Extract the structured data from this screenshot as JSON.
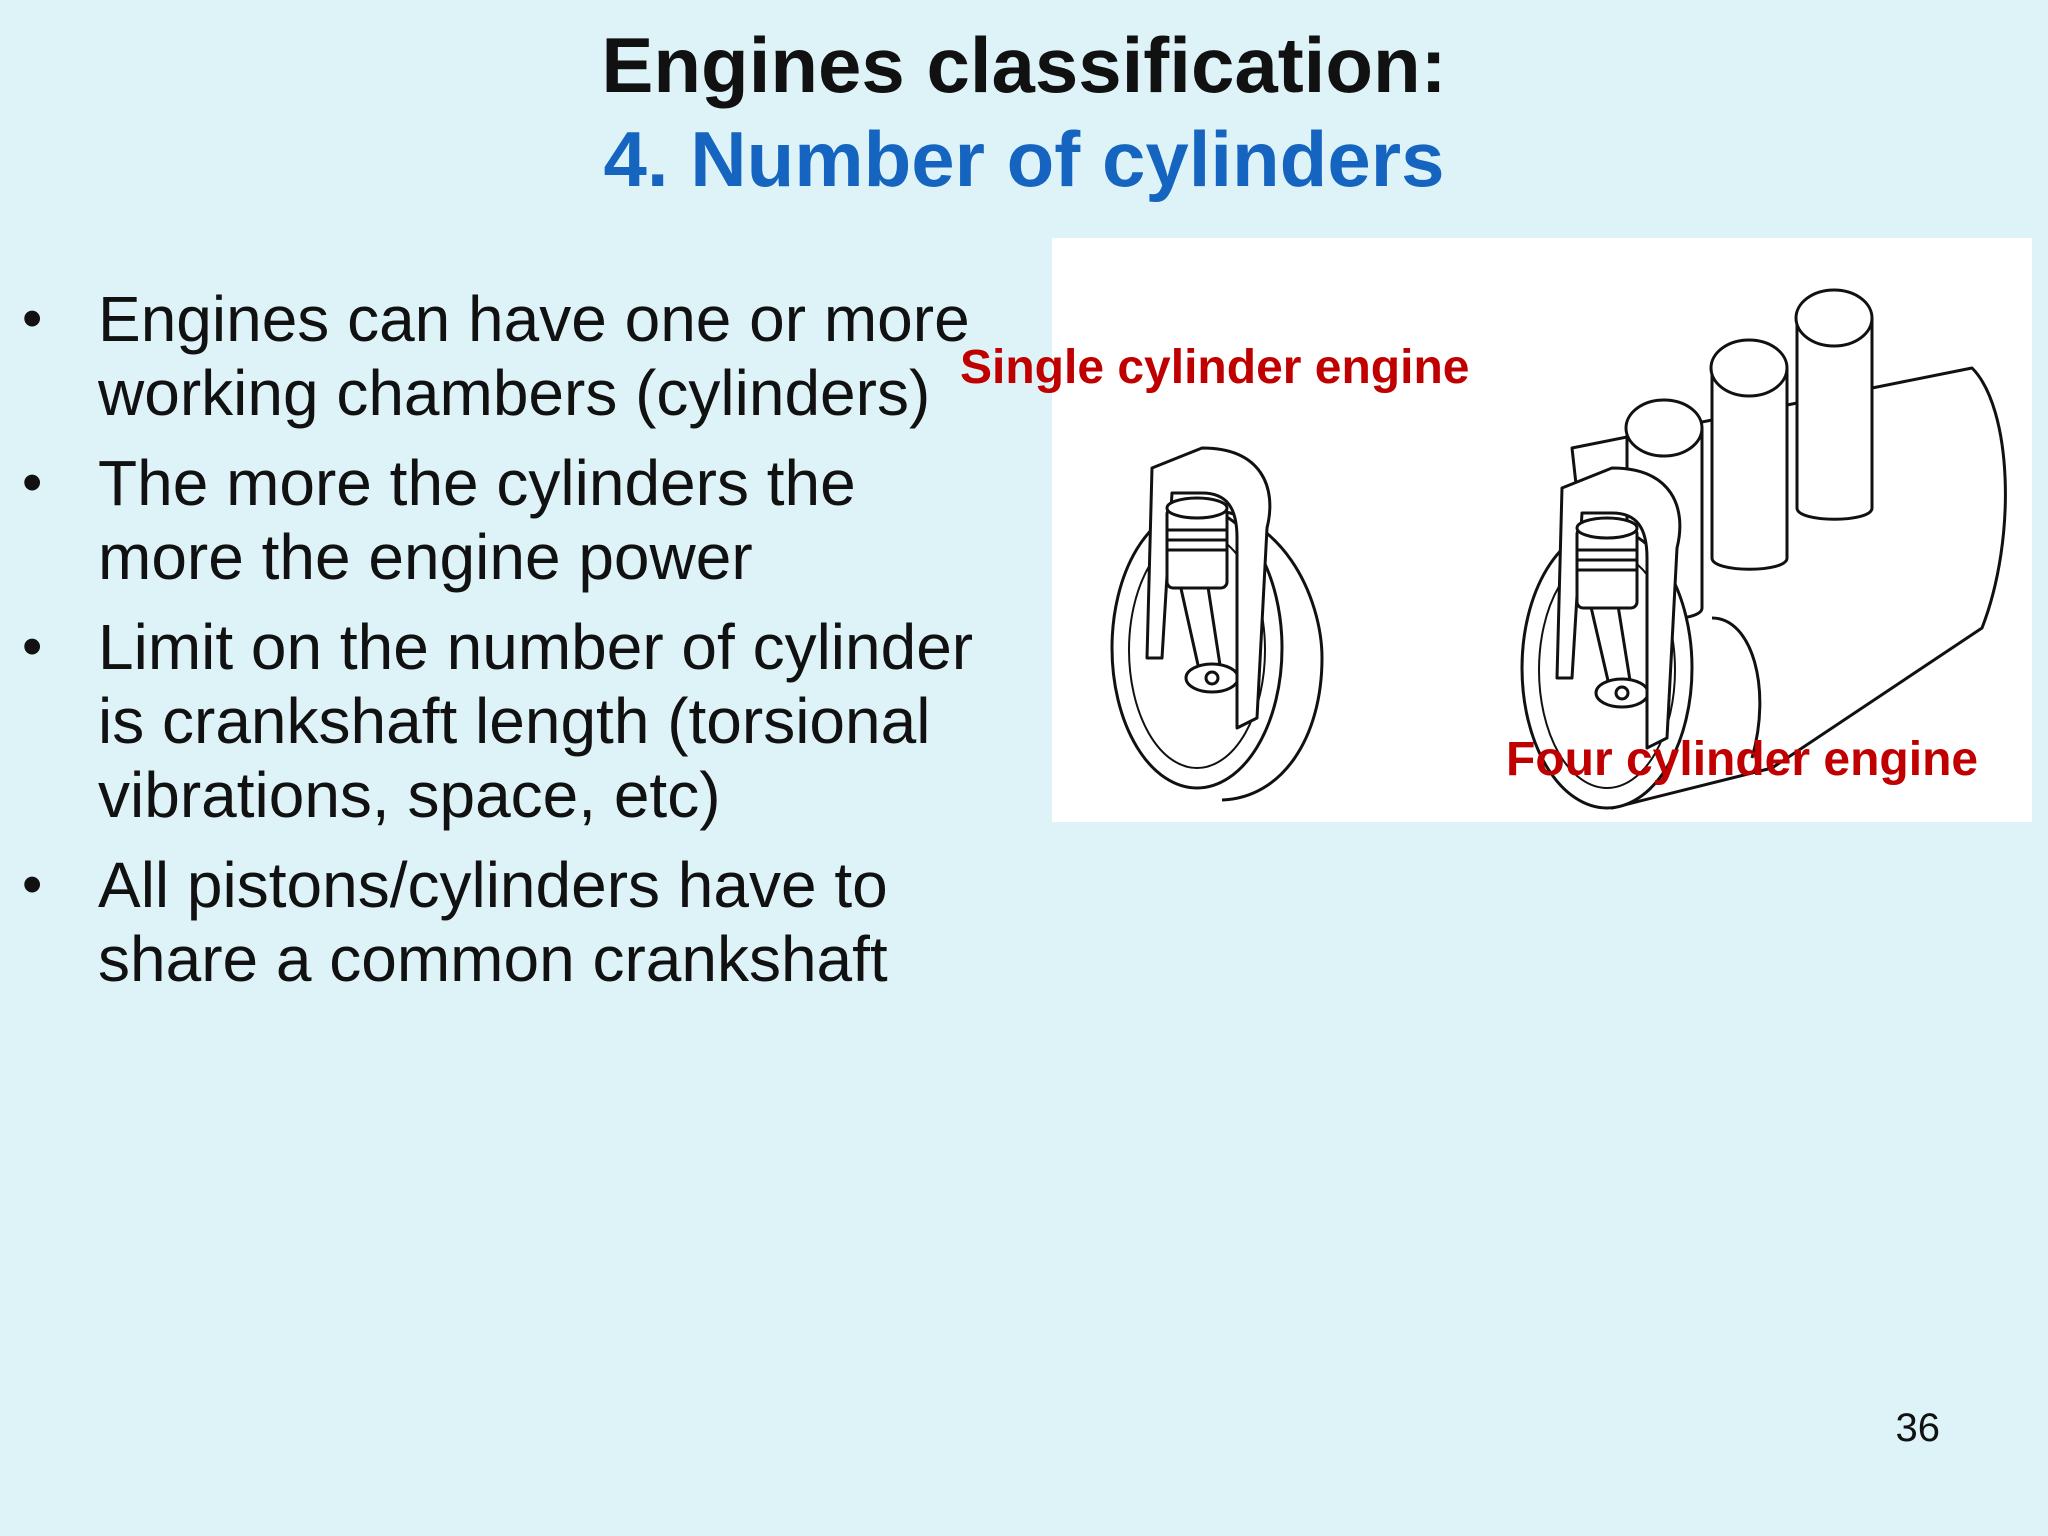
{
  "slide": {
    "title": "Engines classification:",
    "subtitle": "4. Number of cylinders",
    "bullet_marker": "•",
    "bullets": [
      "Engines can have one or more working chambers (cylinders)",
      "The more the cylinders the more the engine power",
      "Limit on the number of cylinder is crankshaft length (torsional vibrations, space, etc)",
      "All pistons/cylinders have to share a common  crankshaft"
    ],
    "figure": {
      "label_single": "Single cylinder engine",
      "label_four": "Four cylinder engine"
    },
    "page_number": "36"
  }
}
